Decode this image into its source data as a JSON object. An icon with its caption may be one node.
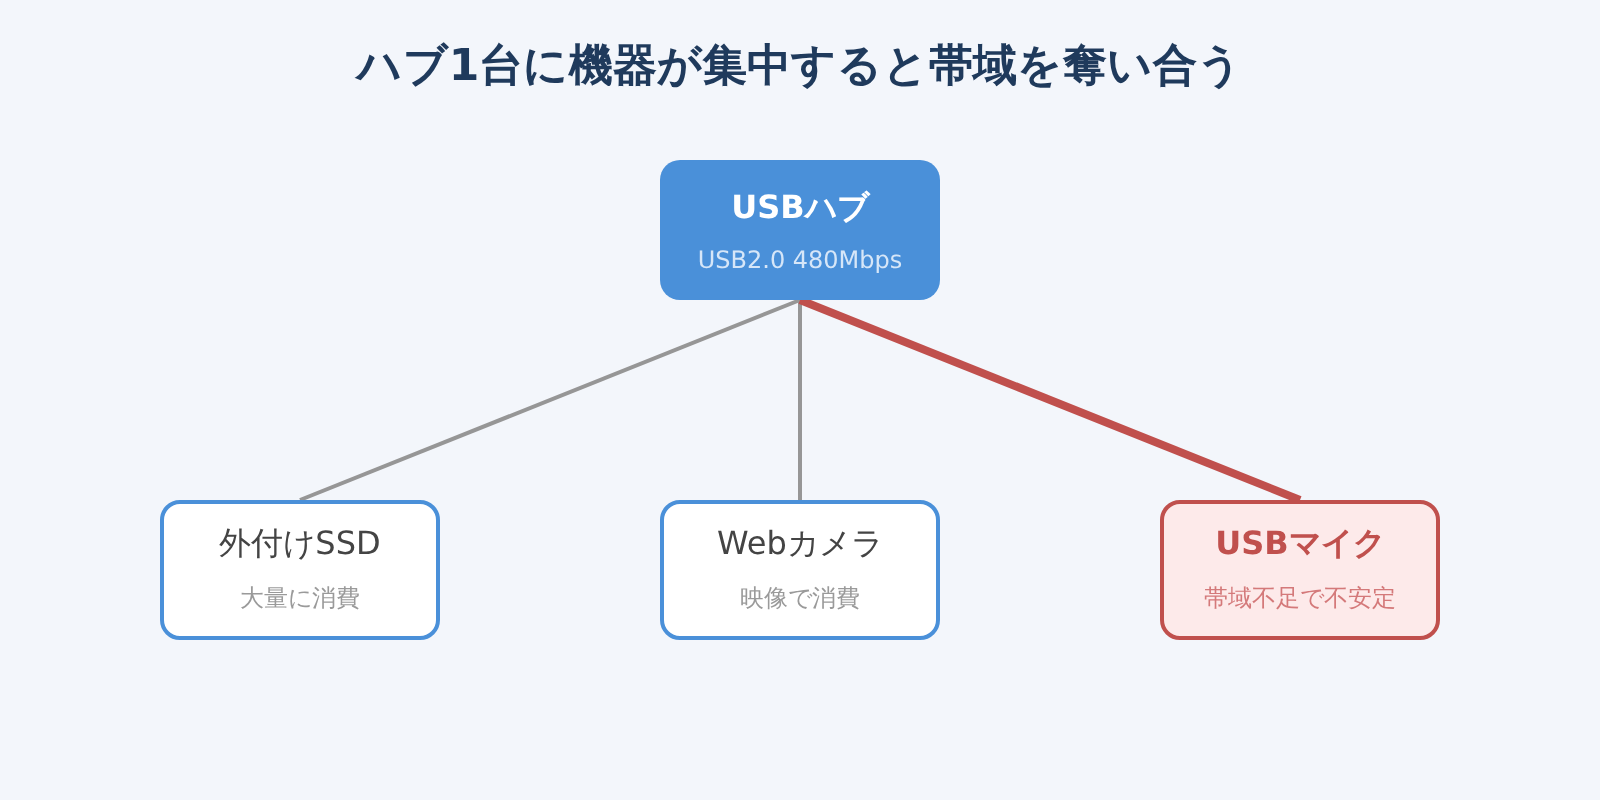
{
  "diagram": {
    "title": "ハブ1台に機器が集中すると帯域を奪い合う",
    "nodes": [
      {
        "text": [
          "USBハブ",
          "USB2.0 480Mbps"
        ]
      },
      {
        "text": [
          "外付けSSD",
          "大量に消費"
        ]
      },
      {
        "text": [
          "Webカメラ",
          "映像で消費"
        ]
      },
      {
        "text": [
          "USBマイク",
          "帯域不足で不安定"
        ]
      }
    ],
    "edges": [
      {
        "from": 0,
        "to": 1,
        "arrow": "none"
      },
      {
        "from": 0,
        "to": 2,
        "arrow": "none"
      },
      {
        "from": 0,
        "to": 3,
        "arrow": "none",
        "style": "thick",
        "color": "#c0504d"
      }
    ]
  }
}
